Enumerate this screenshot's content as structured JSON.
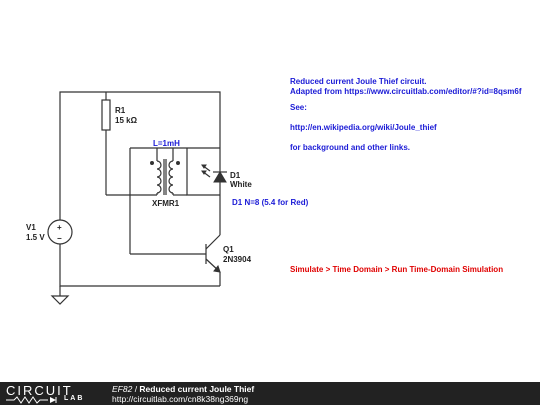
{
  "schematic": {
    "r1_name": "R1",
    "r1_value": "15 kΩ",
    "inductor_label": "L=1mH",
    "xfmr_name": "XFMR1",
    "d1_name": "D1",
    "d1_value": "White",
    "d1_note": "D1 N=8 (5.4 for Red)",
    "v1_name": "V1",
    "v1_value": "1.5 V",
    "q1_name": "Q1",
    "q1_value": "2N3904",
    "v1_plus": "+",
    "v1_minus": "−"
  },
  "description": {
    "line1": "Reduced current Joule Thief circuit.",
    "line2": "Adapted from https://www.circuitlab.com/editor/#?id=8qsm6f",
    "line3": "See:",
    "line4": "http://en.wikipedia.org/wiki/Joule_thief",
    "line5": "for background and other links."
  },
  "simulate_text": "Simulate > Time Domain > Run Time-Domain Simulation",
  "footer": {
    "logo_top": "CIRCUIT",
    "logo_bottom": "LAB",
    "code": "EF82",
    "separator": " / ",
    "title": "Reduced current Joule Thief",
    "url": "http://circuitlab.com/cn8k38ng369ng"
  },
  "colors": {
    "annotation_blue": "#1a1ad6",
    "simulate_red": "#e00000",
    "footer_bg": "#222222"
  }
}
